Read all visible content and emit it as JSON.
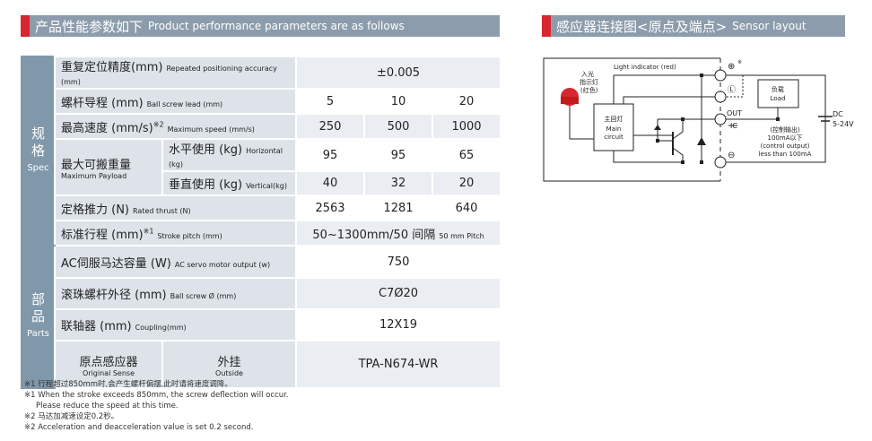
{
  "left_header": {
    "cn": "产品性能参数如下",
    "en": "Product performance parameters are as follows"
  },
  "right_header": {
    "cn": "感应器连接图<原点及端点>",
    "en": "Sensor layout"
  },
  "spec_group": {
    "cn1": "规",
    "cn2": "格",
    "en": "Spec"
  },
  "parts_group": {
    "cn1": "部",
    "cn2": "品",
    "en": "Parts"
  },
  "rows": {
    "accuracy": {
      "cn": "重复定位精度(mm)",
      "en": "Repeated positioning accuracy (mm)",
      "value": "±0.005"
    },
    "lead": {
      "cn": "螺杆导程 (mm)",
      "en": "Ball screw lead (mm)",
      "values": [
        "5",
        "10",
        "20"
      ]
    },
    "speed": {
      "cn": "最高速度 (mm/s)",
      "sup": "※2",
      "en": "Maximum speed (mm/s)",
      "values": [
        "250",
        "500",
        "1000"
      ]
    },
    "payload": {
      "cn": "最大可搬重量",
      "en": "Maximum  Payload",
      "horizontal": {
        "cn": "水平使用 (kg)",
        "en": "Horizontal (kg)",
        "values": [
          "95",
          "95",
          "65"
        ]
      },
      "vertical": {
        "cn": "垂直使用 (kg)",
        "en": "Vertical(kg)",
        "values": [
          "40",
          "32",
          "20"
        ]
      }
    },
    "thrust": {
      "cn": "定格推力 (N)",
      "en": "Rated thrust (N)",
      "values": [
        "2563",
        "1281",
        "640"
      ]
    },
    "stroke": {
      "cn": "标准行程 (mm)",
      "sup": "※1",
      "en": "Stroke pitch (mm)",
      "value": "50~1300mm/50 间隔",
      "value_en": "50 mm Pitch"
    },
    "motor": {
      "cn": "AC伺服马达容量 (W)",
      "en": "AC servo motor output (w)",
      "value": "750"
    },
    "screw": {
      "cn": "滚珠螺杆外径 (mm)",
      "en": "Ball screw Ø (mm)",
      "value": "C7Ø20"
    },
    "coupling": {
      "cn": "联轴器 (mm)",
      "en": "Coupling(mm)",
      "value": "12X19"
    },
    "sensor": {
      "cn": "原点感应器",
      "en": "Original Sense",
      "type_cn": "外挂",
      "type_en": "Outside",
      "value": "TPA-N674-WR"
    }
  },
  "notes": [
    "※1 行程超过850mm时,会产生螺杆偏摆,此时请将速度调降。",
    "※1 When the stroke exceeds 850mm, the screw deflection will occur.",
    "Please reduce the speed at this time.",
    "※2 马达加减速设定0.2秒。",
    "※2 Acceleration and deacceleration value is set 0.2 second."
  ],
  "diagram": {
    "light_indicator": "Light indicator (red)",
    "led_cn1": "入光",
    "led_cn2": "指示灯",
    "led_cn3": "(红色)",
    "main_cn": "主回灯",
    "main_en1": "Main",
    "main_en2": "circuit",
    "load_cn": "负载",
    "load_en": "Load",
    "plus": "⊕",
    "plus_note": "※",
    "l": "Ⓛ",
    "out": "OUT",
    "ic": "IC",
    "minus": "⊖",
    "dc": "DC",
    "dc_v": "5-24V",
    "ctrl_cn": "(控制输出)",
    "ctrl_cn2": "100mA以下",
    "ctrl_en": "(control output)",
    "ctrl_en2": "less than 100mA"
  },
  "colors": {
    "accent": "#d7262e",
    "header": "#8c9cac",
    "side": "#8198aa",
    "label": "#dde3e9"
  }
}
